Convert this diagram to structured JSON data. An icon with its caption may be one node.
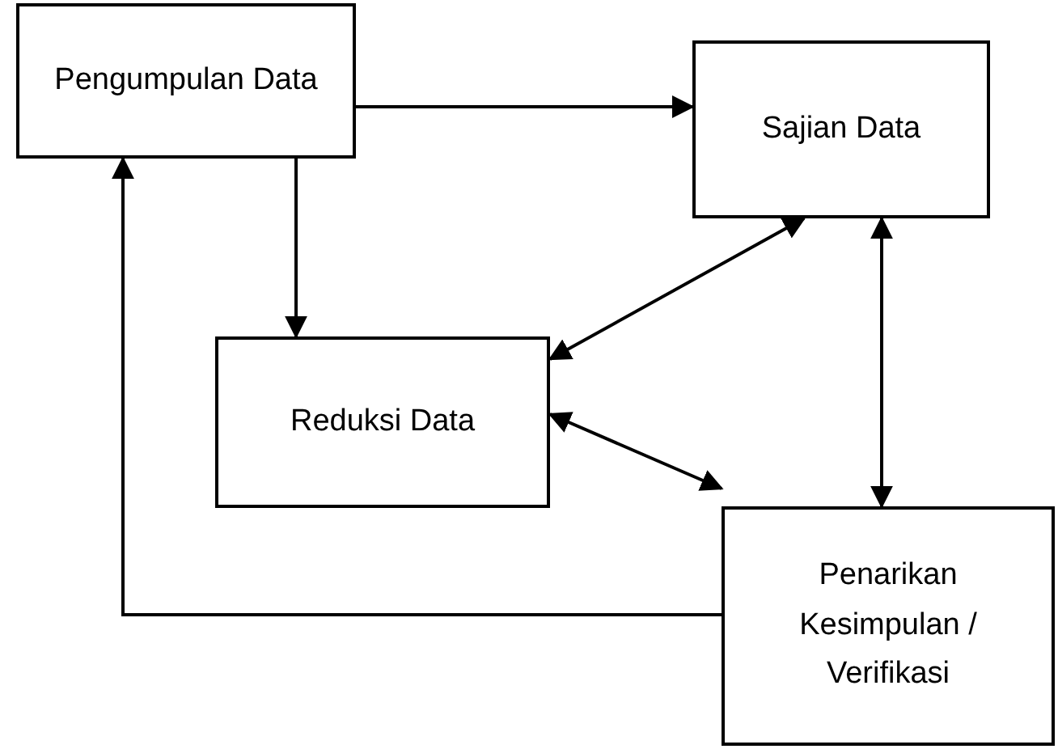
{
  "diagram": {
    "nodes": [
      {
        "text": [
          "Pengumpulan Data"
        ]
      },
      {
        "text": [
          "Sajian Data"
        ]
      },
      {
        "text": [
          "Reduksi Data"
        ]
      },
      {
        "text": [
          "Penarikan Kesimpulan / Verifikasi"
        ]
      }
    ],
    "edges": [
      {
        "from": 0,
        "to": 1,
        "arrow": "to"
      },
      {
        "from": 0,
        "to": 2,
        "arrow": "to"
      },
      {
        "from": 1,
        "to": 2,
        "arrow": "both"
      },
      {
        "from": 2,
        "to": 3,
        "arrow": "both"
      },
      {
        "from": 1,
        "to": 3,
        "arrow": "both"
      },
      {
        "from": 3,
        "to": 0,
        "arrow": "to"
      }
    ]
  }
}
